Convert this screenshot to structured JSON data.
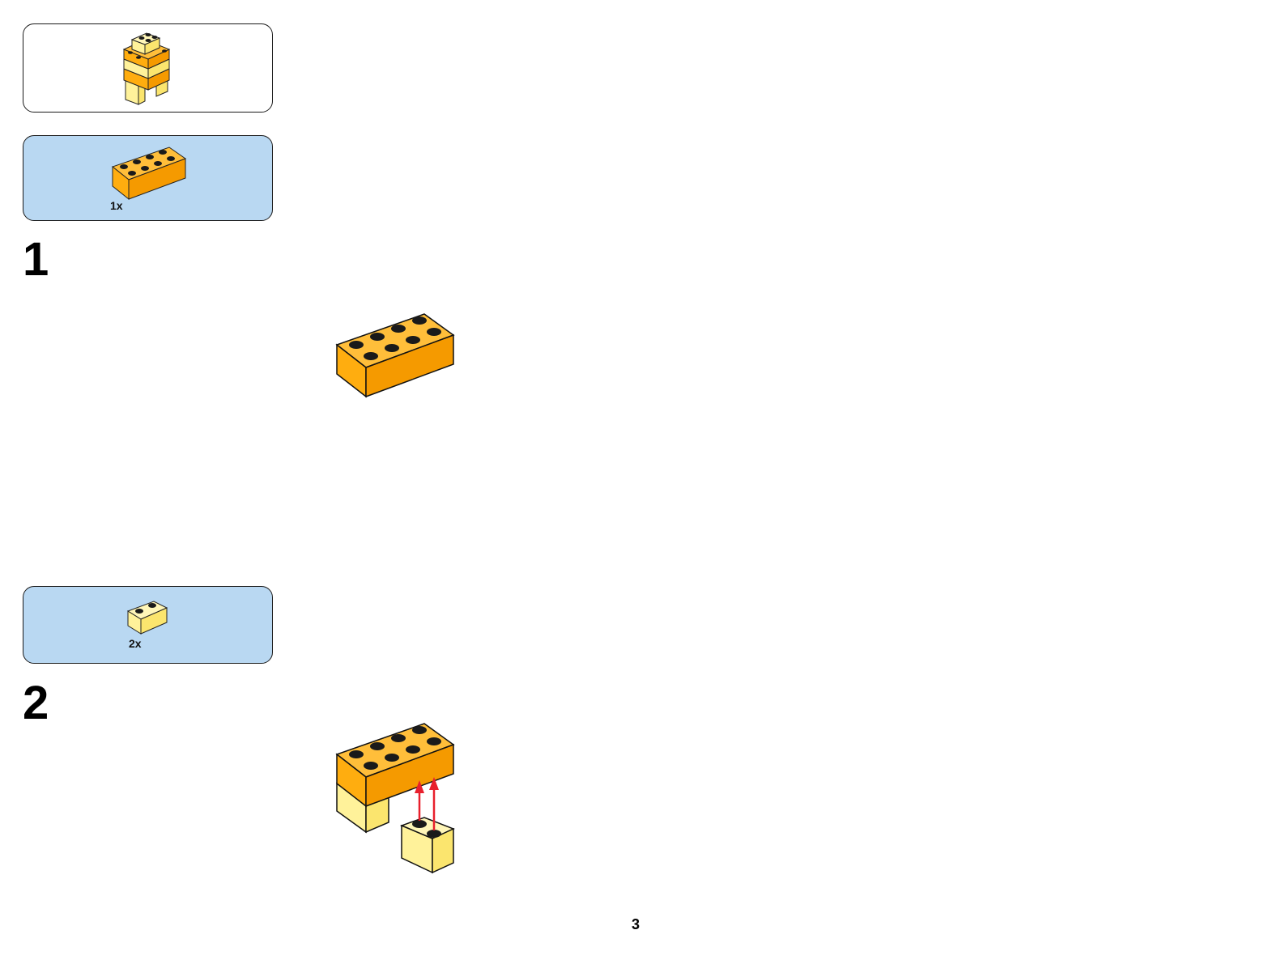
{
  "page": {
    "number": "3"
  },
  "colors": {
    "orange": "#ffad0f",
    "orange_dark": "#f59a00",
    "yellow": "#fff29a",
    "yellow_dark": "#fbe56e",
    "stud": "#1a1a1a",
    "arrow": "#e8202d",
    "parts_panel": "#b9d8f2"
  },
  "model_preview": {
    "icon": "finished-model-icon"
  },
  "steps": [
    {
      "number": "1",
      "parts": [
        {
          "icon": "orange-2x4-brick-icon",
          "qty": "1x"
        }
      ]
    },
    {
      "number": "2",
      "parts": [
        {
          "icon": "yellow-2x2-brick-icon",
          "qty": "2x"
        }
      ]
    }
  ]
}
